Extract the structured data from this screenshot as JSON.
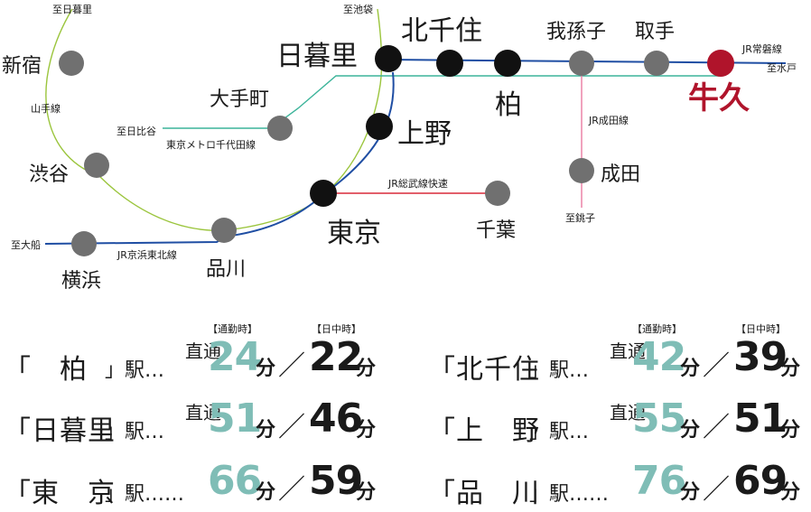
{
  "map": {
    "lines": {
      "yamanote": "山手線",
      "chiyoda": "東京メトロ千代田線",
      "joban": "JR常磐線",
      "narita": "JR成田線",
      "sobu": "JR総武線快速",
      "keihin": "JR京浜東北線"
    },
    "directions": {
      "nippori": "至日暮里",
      "ikebukuro": "至池袋",
      "hibiya": "至日比谷",
      "mito": "至水戸",
      "choshi": "至銚子",
      "ofuna": "至大船"
    },
    "stations": {
      "shinjuku": "新宿",
      "shibuya": "渋谷",
      "yokohama": "横浜",
      "shinagawa": "品川",
      "otemachi": "大手町",
      "nippori": "日暮里",
      "kitasenju": "北千住",
      "abiko": "我孫子",
      "toride": "取手",
      "ushiku": "牛久",
      "kashiwa": "柏",
      "ueno": "上野",
      "narita": "成田",
      "tokyo": "東京",
      "chiba": "千葉"
    },
    "colors": {
      "yamanote": "#9bc53d",
      "chiyoda": "#3cb49a",
      "joban": "#1f4ea3",
      "narita": "#e97aa1",
      "sobu": "#d9283a",
      "keihin": "#3a9ad9",
      "station_black": "#111111",
      "station_gray": "#707070",
      "station_red": "#b0142b"
    }
  },
  "times": {
    "labels": {
      "suffix": "」駅",
      "direct": "直通",
      "rush": "【通勤時】",
      "day": "【日中時】",
      "minute": "分",
      "slash": "／"
    },
    "rows": [
      {
        "station": "「　柏　",
        "dots": "…",
        "direct": true,
        "rush": "24",
        "day": "22"
      },
      {
        "station": "「北千住",
        "dots": "…",
        "direct": true,
        "rush": "42",
        "day": "39"
      },
      {
        "station": "「日暮里",
        "dots": "…",
        "direct": true,
        "rush": "51",
        "day": "46"
      },
      {
        "station": "「上　野",
        "dots": "…",
        "direct": true,
        "rush": "55",
        "day": "51"
      },
      {
        "station": "「東　京",
        "dots": "……",
        "direct": false,
        "rush": "66",
        "day": "59"
      },
      {
        "station": "「品　川",
        "dots": "……",
        "direct": false,
        "rush": "76",
        "day": "69"
      }
    ]
  }
}
